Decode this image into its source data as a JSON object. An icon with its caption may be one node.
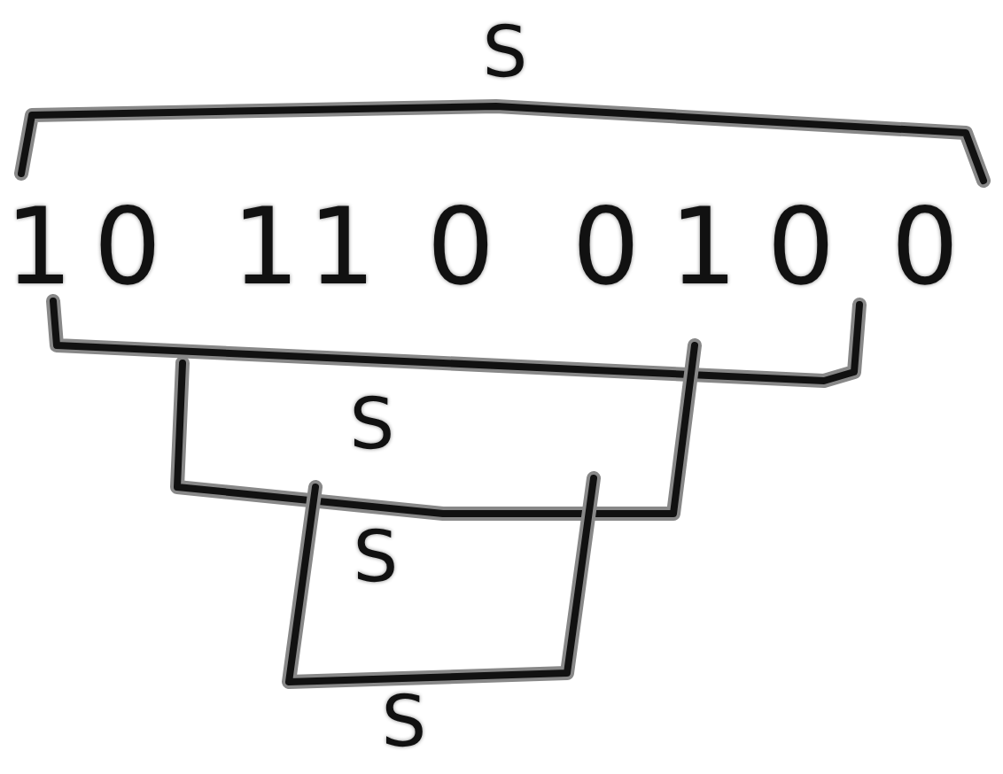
{
  "diagram": {
    "labels": [
      "S",
      "1",
      "0",
      "1",
      "1",
      "0",
      "0",
      "1",
      "0",
      "0",
      "S",
      "S",
      "S"
    ]
  }
}
